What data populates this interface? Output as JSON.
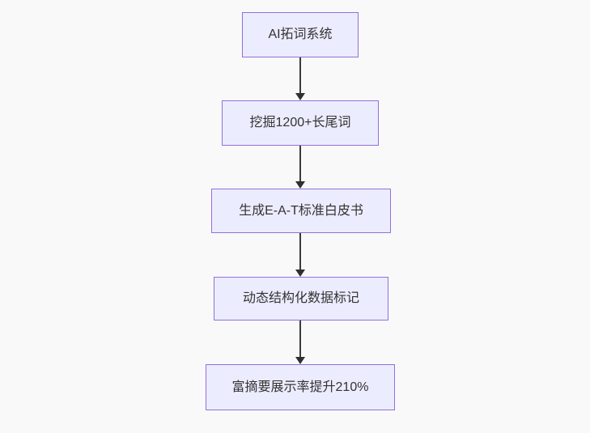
{
  "diagram": {
    "type": "flowchart",
    "direction": "top-down",
    "nodes": [
      {
        "id": "step-1",
        "label": "AI拓词系统"
      },
      {
        "id": "step-2",
        "label": "挖掘1200+长尾词"
      },
      {
        "id": "step-3",
        "label": "生成E-A-T标准白皮书"
      },
      {
        "id": "step-4",
        "label": "动态结构化数据标记"
      },
      {
        "id": "step-5",
        "label": "富摘要展示率提升210%"
      }
    ],
    "edges": [
      {
        "from": "step-1",
        "to": "step-2",
        "arrow": "down"
      },
      {
        "from": "step-2",
        "to": "step-3",
        "arrow": "down"
      },
      {
        "from": "step-3",
        "to": "step-4",
        "arrow": "down"
      },
      {
        "from": "step-4",
        "to": "step-5",
        "arrow": "down"
      }
    ],
    "colors": {
      "background": "#f9f9f9",
      "node_fill": "#ECECFF",
      "node_border": "#9370DB",
      "node_text": "#333333",
      "arrow": "#333333"
    }
  }
}
